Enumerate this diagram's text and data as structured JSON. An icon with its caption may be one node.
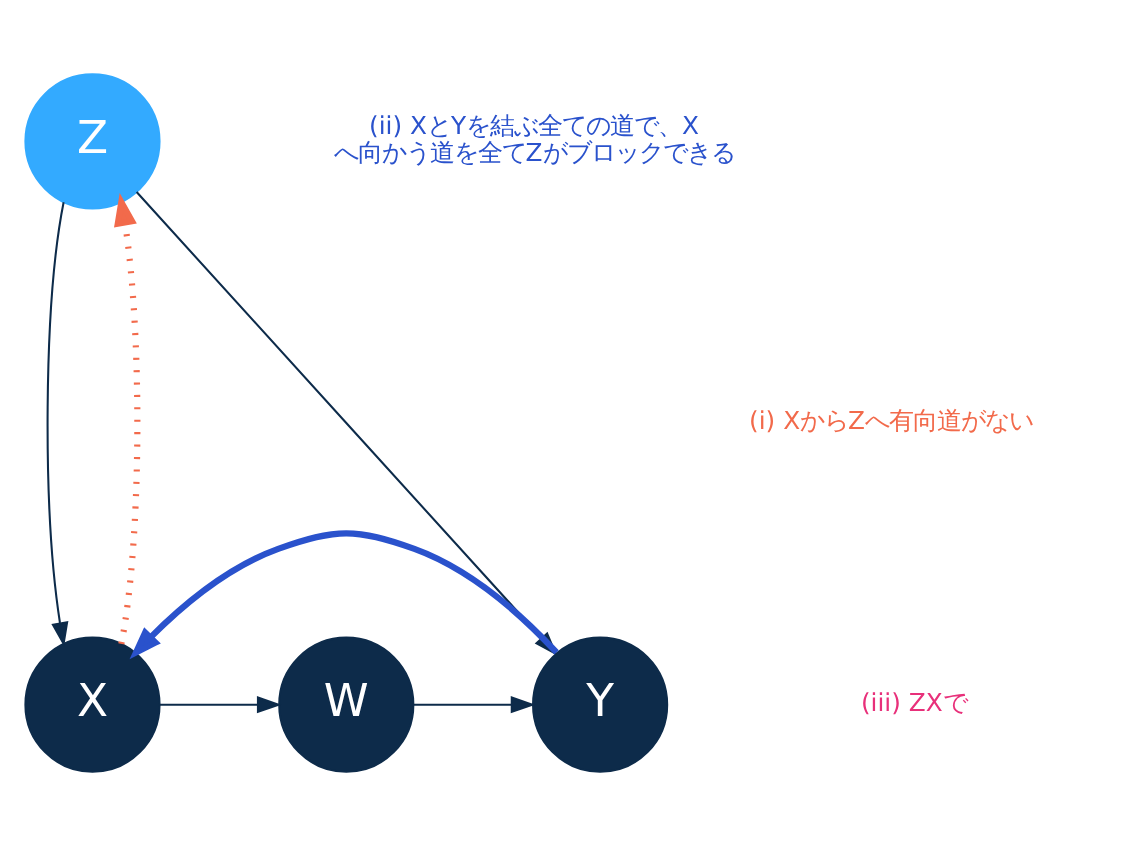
{
  "diagram": {
    "nodes": [
      {
        "text": [
          "Z"
        ]
      },
      {
        "text": [
          "X"
        ]
      },
      {
        "text": [
          "W"
        ]
      },
      {
        "text": [
          "Y"
        ]
      }
    ],
    "edges": [
      {
        "from": 0,
        "to": 1,
        "arrow": "to"
      },
      {
        "from": 0,
        "to": 3,
        "arrow": "to"
      },
      {
        "from": 1,
        "to": 2,
        "arrow": "to"
      },
      {
        "from": 2,
        "to": 3,
        "arrow": "to"
      },
      {
        "from": 1,
        "to": 0,
        "arrow": "to",
        "style": "dashed",
        "color": "#f26a4b"
      },
      {
        "from": 3,
        "to": 1,
        "arrow": "to",
        "style": "thick",
        "color": "#2a52cc"
      }
    ],
    "labels": [
      "(ii) XとYを結ぶ全ての道で、Xへ向かう道を全てZがブロックできる",
      "(i) XからZへ有向道がない",
      "(iii) ZXで"
    ]
  }
}
